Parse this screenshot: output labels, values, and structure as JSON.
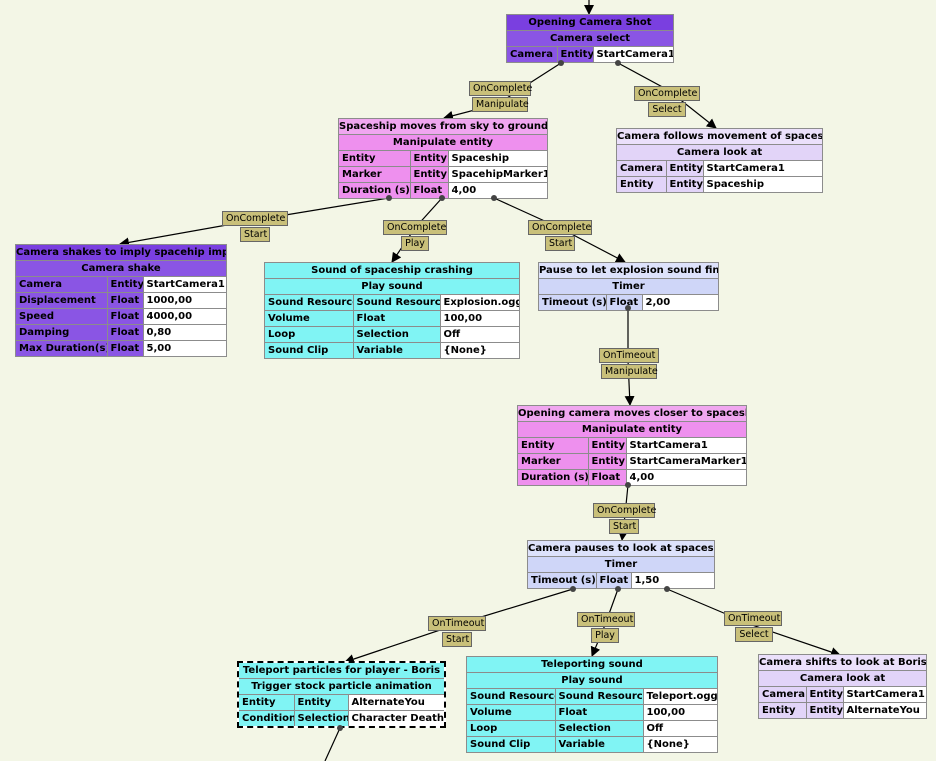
{
  "nodes": {
    "opening": {
      "title": "Opening Camera Shot",
      "action": "Camera select",
      "rows": [
        {
          "k": "Camera",
          "t": "Entity",
          "v": "StartCamera1"
        }
      ]
    },
    "spaceship_moves": {
      "title": "Spaceship moves from sky to ground",
      "action": "Manipulate entity",
      "rows": [
        {
          "k": "Entity",
          "t": "Entity",
          "v": "Spaceship"
        },
        {
          "k": "Marker",
          "t": "Entity",
          "v": "SpacehipMarker1"
        },
        {
          "k": "Duration (s)",
          "t": "Float",
          "v": "4,00"
        }
      ]
    },
    "cam_follows": {
      "title": "Camera follows movement of spaceship",
      "action": "Camera look at",
      "rows": [
        {
          "k": "Camera",
          "t": "Entity",
          "v": "StartCamera1"
        },
        {
          "k": "Entity",
          "t": "Entity",
          "v": "Spaceship"
        }
      ]
    },
    "cam_shakes": {
      "title": "Camera shakes to imply spacehip impact",
      "action": "Camera shake",
      "rows": [
        {
          "k": "Camera",
          "t": "Entity",
          "v": "StartCamera1"
        },
        {
          "k": "Displacement",
          "t": "Float",
          "v": "1000,00"
        },
        {
          "k": "Speed",
          "t": "Float",
          "v": "4000,00"
        },
        {
          "k": "Damping",
          "t": "Float",
          "v": "0,80"
        },
        {
          "k": "Max Duration(s)",
          "t": "Float",
          "v": "5,00"
        }
      ]
    },
    "sound_crash": {
      "title": "Sound of spaceship crashing",
      "action": "Play sound",
      "rows": [
        {
          "k": "Sound Resource",
          "t": "Sound Resource",
          "v": "Explosion.ogg"
        },
        {
          "k": "Volume",
          "t": "Float",
          "v": "100,00"
        },
        {
          "k": "Loop",
          "t": "Selection",
          "v": "Off"
        },
        {
          "k": "Sound Clip",
          "t": "Variable",
          "v": "{None}"
        }
      ]
    },
    "pause_explosion": {
      "title": "Pause to let explosion sound finish",
      "action": "Timer",
      "rows": [
        {
          "k": "Timeout (s)",
          "t": "Float",
          "v": "2,00"
        }
      ]
    },
    "cam_closer": {
      "title": "Opening camera moves closer to spaceship",
      "action": "Manipulate entity",
      "rows": [
        {
          "k": "Entity",
          "t": "Entity",
          "v": "StartCamera1"
        },
        {
          "k": "Marker",
          "t": "Entity",
          "v": "StartCameraMarker1"
        },
        {
          "k": "Duration (s)",
          "t": "Float",
          "v": "4,00"
        }
      ]
    },
    "cam_pauses": {
      "title": "Camera pauses to look at spaceship",
      "action": "Timer",
      "rows": [
        {
          "k": "Timeout (s)",
          "t": "Float",
          "v": "1,50"
        }
      ]
    },
    "teleport_particles": {
      "title": "Teleport particles for player - Boris",
      "action": "Trigger stock particle animation",
      "rows": [
        {
          "k": "Entity",
          "t": "Entity",
          "v": "AlternateYou"
        },
        {
          "k": "Condition",
          "t": "Selection",
          "v": "Character Death"
        }
      ]
    },
    "teleport_sound": {
      "title": "Teleporting sound",
      "action": "Play sound",
      "rows": [
        {
          "k": "Sound Resource",
          "t": "Sound Resource",
          "v": "Teleport.ogg"
        },
        {
          "k": "Volume",
          "t": "Float",
          "v": "100,00"
        },
        {
          "k": "Loop",
          "t": "Selection",
          "v": "Off"
        },
        {
          "k": "Sound Clip",
          "t": "Variable",
          "v": "{None}"
        }
      ]
    },
    "cam_shifts": {
      "title": "Camera shifts to look at Boris",
      "action": "Camera look at",
      "rows": [
        {
          "k": "Camera",
          "t": "Entity",
          "v": "StartCamera1"
        },
        {
          "k": "Entity",
          "t": "Entity",
          "v": "AlternateYou"
        }
      ]
    }
  },
  "events": {
    "e1": {
      "trigger": "OnComplete",
      "action": "Manipulate"
    },
    "e2": {
      "trigger": "OnComplete",
      "action": "Select"
    },
    "e3": {
      "trigger": "OnComplete",
      "action": "Start"
    },
    "e4": {
      "trigger": "OnComplete",
      "action": "Play"
    },
    "e5": {
      "trigger": "OnComplete",
      "action": "Start"
    },
    "e6": {
      "trigger": "OnTimeout",
      "action": "Manipulate"
    },
    "e7": {
      "trigger": "OnComplete",
      "action": "Start"
    },
    "e8": {
      "trigger": "OnTimeout",
      "action": "Start"
    },
    "e9": {
      "trigger": "OnTimeout",
      "action": "Play"
    },
    "e10": {
      "trigger": "OnTimeout",
      "action": "Select"
    }
  },
  "colors": {
    "canvas": "#f3f6e6",
    "camera_node": "#8a55e4",
    "manipulate_node": "#ee90ee",
    "sound_node": "#80f4f4",
    "timer_node": "#cfd6f8",
    "look_at_node": "#e2d4f8",
    "event_label": "#c9c07a"
  }
}
